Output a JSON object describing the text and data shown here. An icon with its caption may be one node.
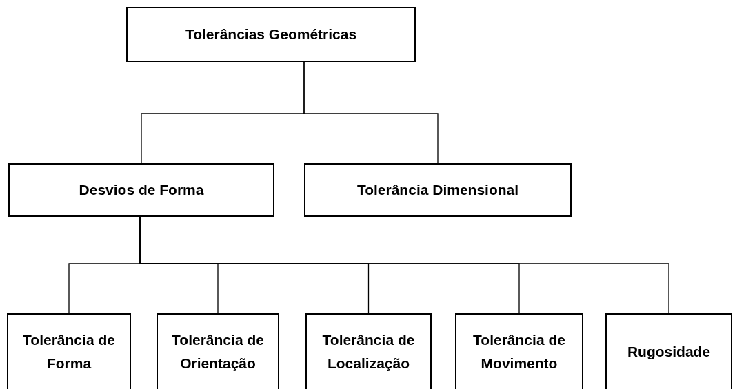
{
  "diagram": {
    "nodes": [
      {
        "text": [
          "Tolerâncias Geométricas"
        ]
      },
      {
        "text": [
          "Desvios de Forma"
        ]
      },
      {
        "text": [
          "Tolerância Dimensional"
        ]
      },
      {
        "text": [
          "Tolerância de Forma"
        ]
      },
      {
        "text": [
          "Tolerância de Orientação"
        ]
      },
      {
        "text": [
          "Tolerância de Localização"
        ]
      },
      {
        "text": [
          "Tolerância de Movimento"
        ]
      },
      {
        "text": [
          "Rugosidade"
        ]
      }
    ],
    "edges": [
      {
        "from": 0,
        "to": 1,
        "arrow": "none"
      },
      {
        "from": 0,
        "to": 2,
        "arrow": "none"
      },
      {
        "from": 1,
        "to": 3,
        "arrow": "none"
      },
      {
        "from": 1,
        "to": 4,
        "arrow": "none"
      },
      {
        "from": 1,
        "to": 5,
        "arrow": "none"
      },
      {
        "from": 1,
        "to": 6,
        "arrow": "none"
      },
      {
        "from": 1,
        "to": 7,
        "arrow": "none"
      }
    ]
  }
}
